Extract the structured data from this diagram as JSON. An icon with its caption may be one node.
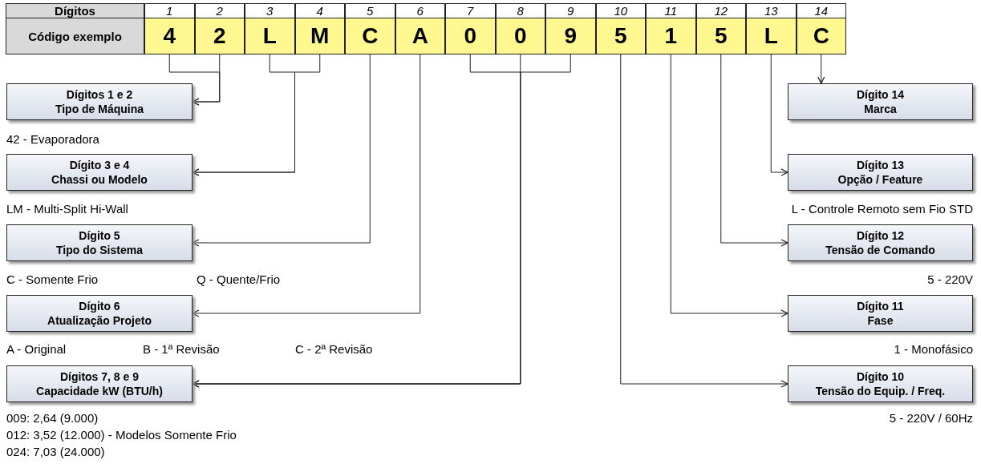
{
  "diagram": {
    "nodes": [
      {
        "text": [
          "4"
        ]
      },
      {
        "text": [
          "2"
        ]
      },
      {
        "text": [
          "L"
        ]
      },
      {
        "text": [
          "M"
        ]
      },
      {
        "text": [
          "C"
        ]
      },
      {
        "text": [
          "A"
        ]
      },
      {
        "text": [
          "0"
        ]
      },
      {
        "text": [
          "0"
        ]
      },
      {
        "text": [
          "9"
        ]
      },
      {
        "text": [
          "5"
        ]
      },
      {
        "text": [
          "1"
        ]
      },
      {
        "text": [
          "5"
        ]
      },
      {
        "text": [
          "L"
        ]
      },
      {
        "text": [
          "C"
        ]
      },
      {
        "text": [
          "Dígitos 1 e 2",
          "Tipo de Máquina"
        ]
      },
      {
        "text": [
          "Dígito 14",
          "Marca"
        ]
      },
      {
        "text": [
          "Dígito 3 e 4",
          "Chassi ou Modelo"
        ]
      },
      {
        "text": [
          "Dígito 13",
          "Opção / Feature"
        ]
      },
      {
        "text": [
          "Dígito 5",
          "Tipo do Sistema"
        ]
      },
      {
        "text": [
          "Dígito 12",
          "Tensão de Comando"
        ]
      },
      {
        "text": [
          "Dígito 6",
          "Atualização Projeto"
        ]
      },
      {
        "text": [
          "Dígito 11",
          "Fase"
        ]
      },
      {
        "text": [
          "Dígitos 7, 8 e 9",
          "Capacidade kW (BTU/h)"
        ]
      },
      {
        "text": [
          "Dígito 10",
          "Tensão do Equip. / Freq."
        ]
      }
    ],
    "edges": [
      {
        "from": 0,
        "to": 14,
        "arrow": "to"
      },
      {
        "from": 1,
        "to": 14,
        "arrow": "to"
      },
      {
        "from": 2,
        "to": 16,
        "arrow": "to"
      },
      {
        "from": 3,
        "to": 16,
        "arrow": "to"
      },
      {
        "from": 4,
        "to": 18,
        "arrow": "to"
      },
      {
        "from": 5,
        "to": 20,
        "arrow": "to"
      },
      {
        "from": 6,
        "to": 22,
        "arrow": "to"
      },
      {
        "from": 7,
        "to": 22,
        "arrow": "to"
      },
      {
        "from": 8,
        "to": 22,
        "arrow": "to"
      },
      {
        "from": 9,
        "to": 23,
        "arrow": "to"
      },
      {
        "from": 10,
        "to": 21,
        "arrow": "to"
      },
      {
        "from": 11,
        "to": 19,
        "arrow": "to"
      },
      {
        "from": 12,
        "to": 17,
        "arrow": "to"
      },
      {
        "from": 13,
        "to": 15,
        "arrow": "to"
      }
    ],
    "labels": [
      "Dígitos",
      "1",
      "2",
      "3",
      "4",
      "5",
      "6",
      "7",
      "8",
      "9",
      "10",
      "11",
      "12",
      "13",
      "14",
      "Código exemplo",
      "42 - Evaporadora",
      "LM - Multi-Split Hi-Wall",
      "L - Controle Remoto sem Fio STD",
      "C - Somente Frio",
      "Q - Quente/Frio",
      "5 - 220V",
      "A - Original",
      "B - 1ª Revisão",
      "C - 2ª Revisão",
      "1 - Monofásico",
      "009: 2,64 (9.000)",
      "5 - 220V / 60Hz",
      "012: 3,52 (12.000) - Modelos Somente Frio",
      "024: 7,03 (24.000)"
    ]
  }
}
